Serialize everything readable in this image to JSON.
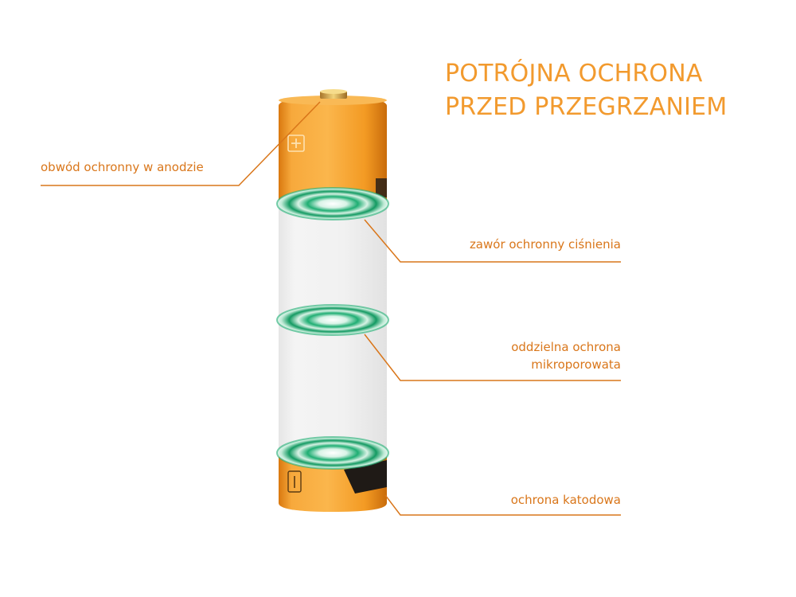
{
  "title": {
    "line1": "POTRÓJNA OCHRONA",
    "line2": "PRZED PRZEGRZANIEM"
  },
  "labels": {
    "anode_circuit": "obwód ochronny w anodzie",
    "pressure_valve": "zawór ochronny ciśnienia",
    "separator_line1": "oddzielna ochrona",
    "separator_line2": "mikroporowata",
    "cathode": "ochrona katodowa"
  },
  "colors": {
    "accent": "#f29a2e",
    "leader_line": "#d9761a",
    "battery_orange": "#f5a133",
    "protection_ring": "#1fae73"
  },
  "icons": {
    "plus_terminal": "plus-icon",
    "minus_terminal": "minus-icon"
  }
}
